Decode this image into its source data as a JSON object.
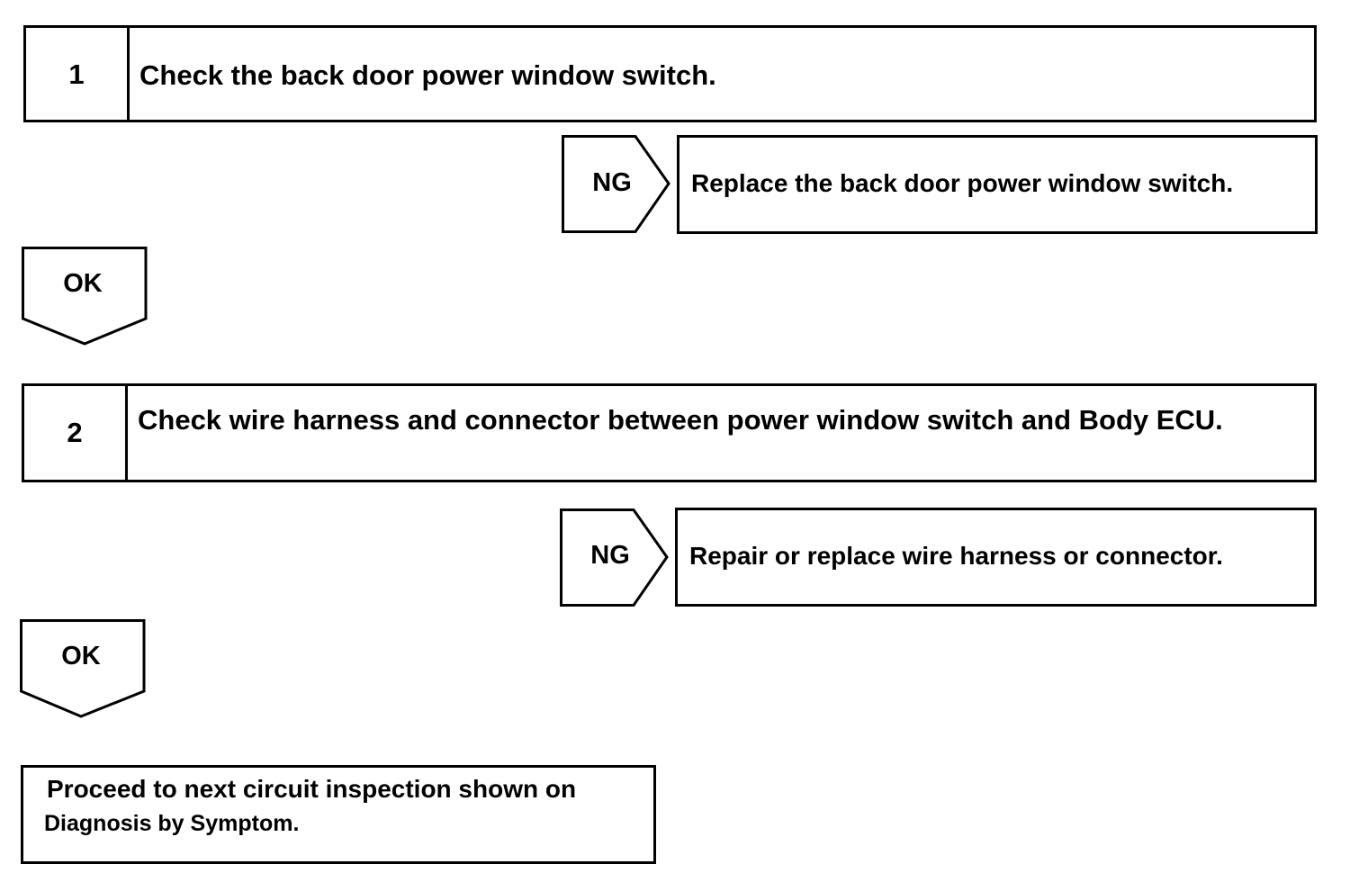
{
  "steps": [
    {
      "number": "1",
      "text": "Check the back door power window switch.",
      "ng_label": "NG",
      "ng_action": "Replace the back door power window switch.",
      "ok_label": "OK"
    },
    {
      "number": "2",
      "text": "Check wire harness and connector between power window switch and Body ECU.",
      "ng_label": "NG",
      "ng_action": "Repair or replace wire harness or connector.",
      "ok_label": "OK"
    }
  ],
  "final": {
    "line1": "Proceed to next circuit inspection shown on",
    "line2": "Diagnosis by Symptom."
  }
}
